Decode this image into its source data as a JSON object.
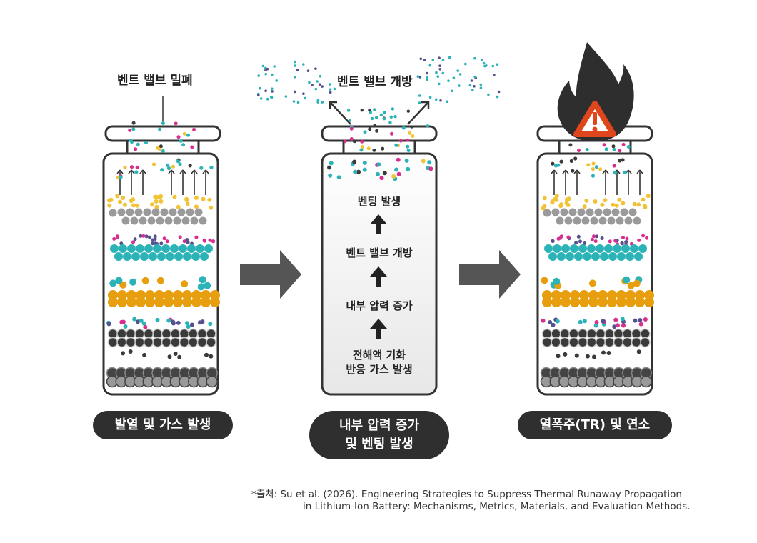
{
  "panels": [
    {
      "top_label": "벤트 밸브 밀폐",
      "pill_label": "발열 및 가스 발생"
    },
    {
      "top_label": "벤트 밸브 개방",
      "pill_line1": "내부 압력 증가",
      "pill_line2": "및 벤팅 발생"
    },
    {
      "pill_label": "열폭주(TR) 및 연소"
    }
  ],
  "flow_steps": [
    "벤팅 발생",
    "벤트 밸브 개방",
    "내부 압력 증가"
  ],
  "flow_step_last": {
    "line1": "전해액 기화",
    "line2": "반응 가스 발생"
  },
  "source": {
    "line1": "*출처: Su et al. (2026). Engineering Strategies to Suppress Thermal Runaway Propagation",
    "line2": "in Lithium-Ion Battery: Mechanisms, Metrics, Materials, and Evaluation Methods."
  },
  "colors": {
    "teal": "#2bb3b8",
    "yellow": "#f2c337",
    "orange": "#e79f0f",
    "gray": "#9a9a9a",
    "dark": "#3a3a3a",
    "pink": "#d62f8e",
    "purple": "#55508e",
    "outline": "#333333"
  },
  "icons": [
    "arrow-right-icon",
    "arrow-up-icon",
    "fire-icon",
    "warning-icon"
  ]
}
